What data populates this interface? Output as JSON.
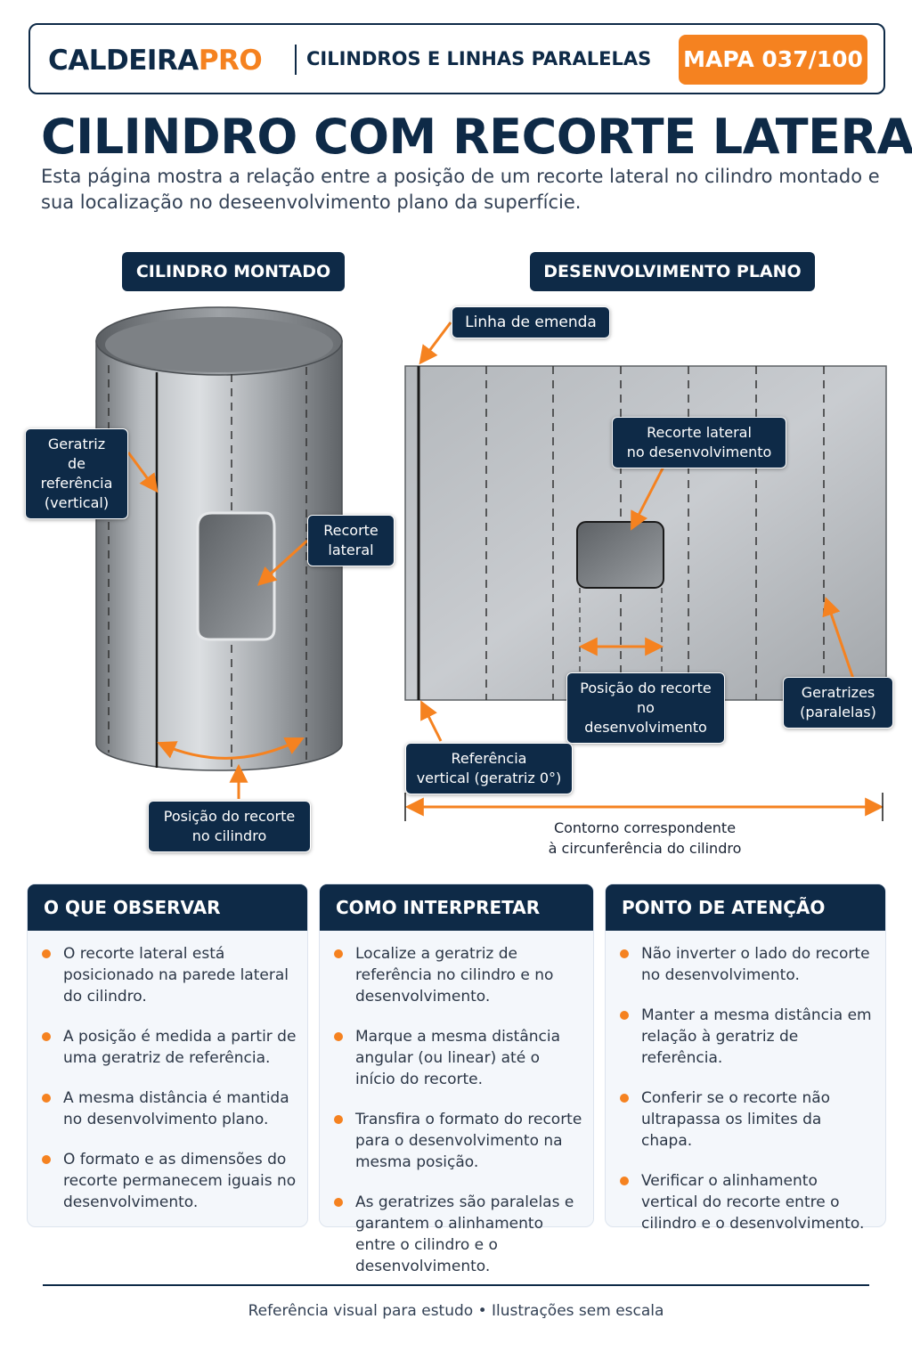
{
  "header": {
    "brand_main": "CALDEIRA",
    "brand_accent": "PRO",
    "subtitle": "CILINDROS E LINHAS PARALELAS",
    "map_badge": "MAPA 037/100"
  },
  "title": "CILINDRO COM RECORTE LATERAL",
  "intro": "Esta página mostra a relação entre a posição de um recorte lateral no cilindro montado e sua localização no deseenvolvimento plano da superfície.",
  "sections": {
    "left_label": "CILINDRO MONTADO",
    "right_label": "DESENVOLVIMENTO PLANO"
  },
  "callouts": {
    "geratriz_ref": [
      "Geratriz",
      "de referência",
      "(vertical)"
    ],
    "recorte_lateral": [
      "Recorte",
      "lateral"
    ],
    "posicao_cilindro": [
      "Posição do recorte",
      "no cilindro"
    ],
    "linha_emenda": "Linha de emenda",
    "recorte_desenv": [
      "Recorte lateral",
      "no desenvolvimento"
    ],
    "posicao_desenv": [
      "Posição do recorte",
      "no desenvolvimento"
    ],
    "geratrizes": [
      "Geratrizes",
      "(paralelas)"
    ],
    "referencia_vertical": [
      "Referência",
      "vertical (geratriz 0°)"
    ],
    "contorno": [
      "Contorno correspondente",
      "à circunferência do cilindro"
    ]
  },
  "cards": [
    {
      "title": "O QUE OBSERVAR",
      "items": [
        "O recorte lateral está posicionado na parede lateral do cilindro.",
        "A posição é medida a partir de uma geratriz de referência.",
        "A mesma distância é mantida no desenvolvimento plano.",
        "O formato e as dimensões do recorte permanecem iguais no desenvolvimento."
      ]
    },
    {
      "title": "COMO INTERPRETAR",
      "items": [
        "Localize a geratriz de referência no cilindro e no desenvolvimento.",
        "Marque a mesma distância angular (ou linear) até o início do recorte.",
        "Transfira o formato do recorte para o desenvolvimento na mesma posição.",
        "As geratrizes são paralelas e garantem o alinhamento entre o cilindro e o desenvolvimento."
      ]
    },
    {
      "title": "PONTO DE ATENÇÃO",
      "items": [
        "Não inverter o lado do recorte no desenvolvimento.",
        "Manter a mesma distância em relação à geratriz de referência.",
        "Conferir se o recorte não ultrapassa os limites da chapa.",
        "Verificar o alinhamento vertical do recorte entre o cilindro e o desenvolvimento."
      ]
    }
  ],
  "footer": "Referência visual para estudo • Ilustrações sem escala",
  "colors": {
    "navy": "#0e2a47",
    "accent": "#f58220",
    "steel": "#a9adb1"
  }
}
